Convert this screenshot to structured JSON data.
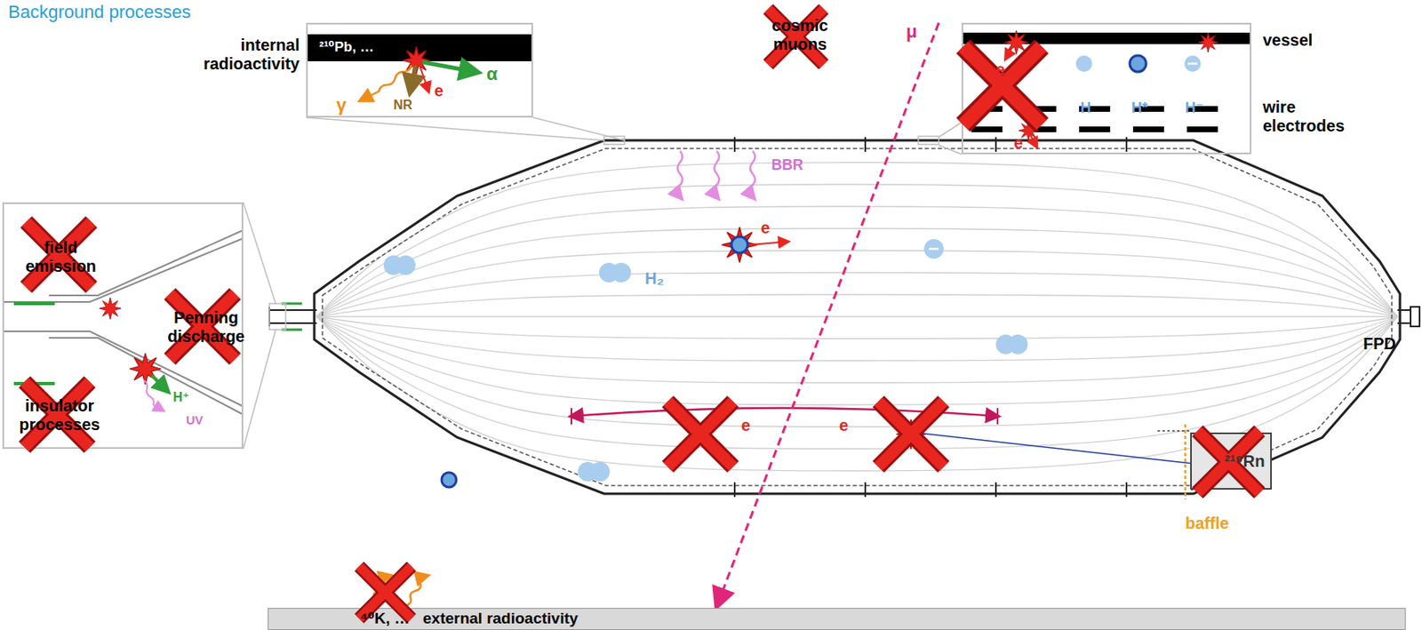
{
  "diagram": {
    "title": "Background processes",
    "nodes": [
      {
        "text": [
          "internal radioactivity",
          "²¹⁰Pb, …",
          "γ",
          "NR",
          "e",
          "α"
        ]
      },
      {
        "text": [
          "vessel",
          "wire electrodes",
          "e",
          "H",
          "H*",
          "H⁻",
          "e"
        ]
      },
      {
        "text": [
          "field emission",
          "Penning discharge",
          "insulator processes",
          "H⁺",
          "UV"
        ]
      },
      {
        "text": [
          "²¹⁹Rn"
        ]
      },
      {
        "text": [
          "⁴⁰K, …",
          "external radioactivity"
        ]
      }
    ],
    "labels": [
      "cosmic muons",
      "μ",
      "BBR",
      "e",
      "H₂",
      "e",
      "e",
      "baffle",
      "FPD"
    ]
  }
}
